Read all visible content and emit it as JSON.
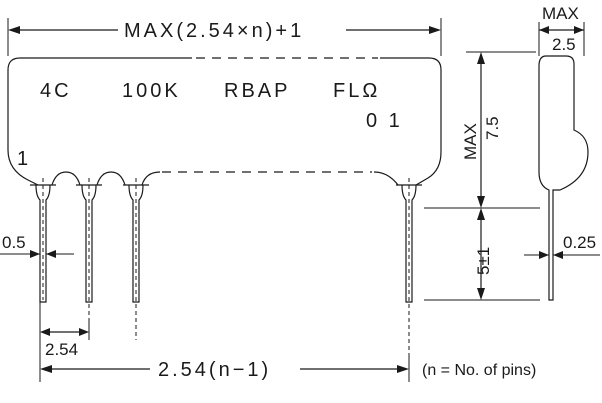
{
  "front_view": {
    "overall_length_label": "MAX(2.54×n)+1",
    "marking_series": "4C",
    "marking_resistance": "100K",
    "marking_type": "RBAP",
    "marking_code": "FLΩ",
    "marking_lot": "0 1",
    "pin_one_label": "1"
  },
  "dimensions": {
    "lead_width": "0.5",
    "pin_pitch": "2.54",
    "span_label": "2.54(n−1)",
    "note": "(n = No. of pins)"
  },
  "side_view": {
    "thickness_max_label": "MAX",
    "thickness_value": "2.5",
    "height_max_label": "MAX",
    "height_value": "7.5",
    "lead_length": "5±1",
    "lead_thickness": "0.25"
  }
}
